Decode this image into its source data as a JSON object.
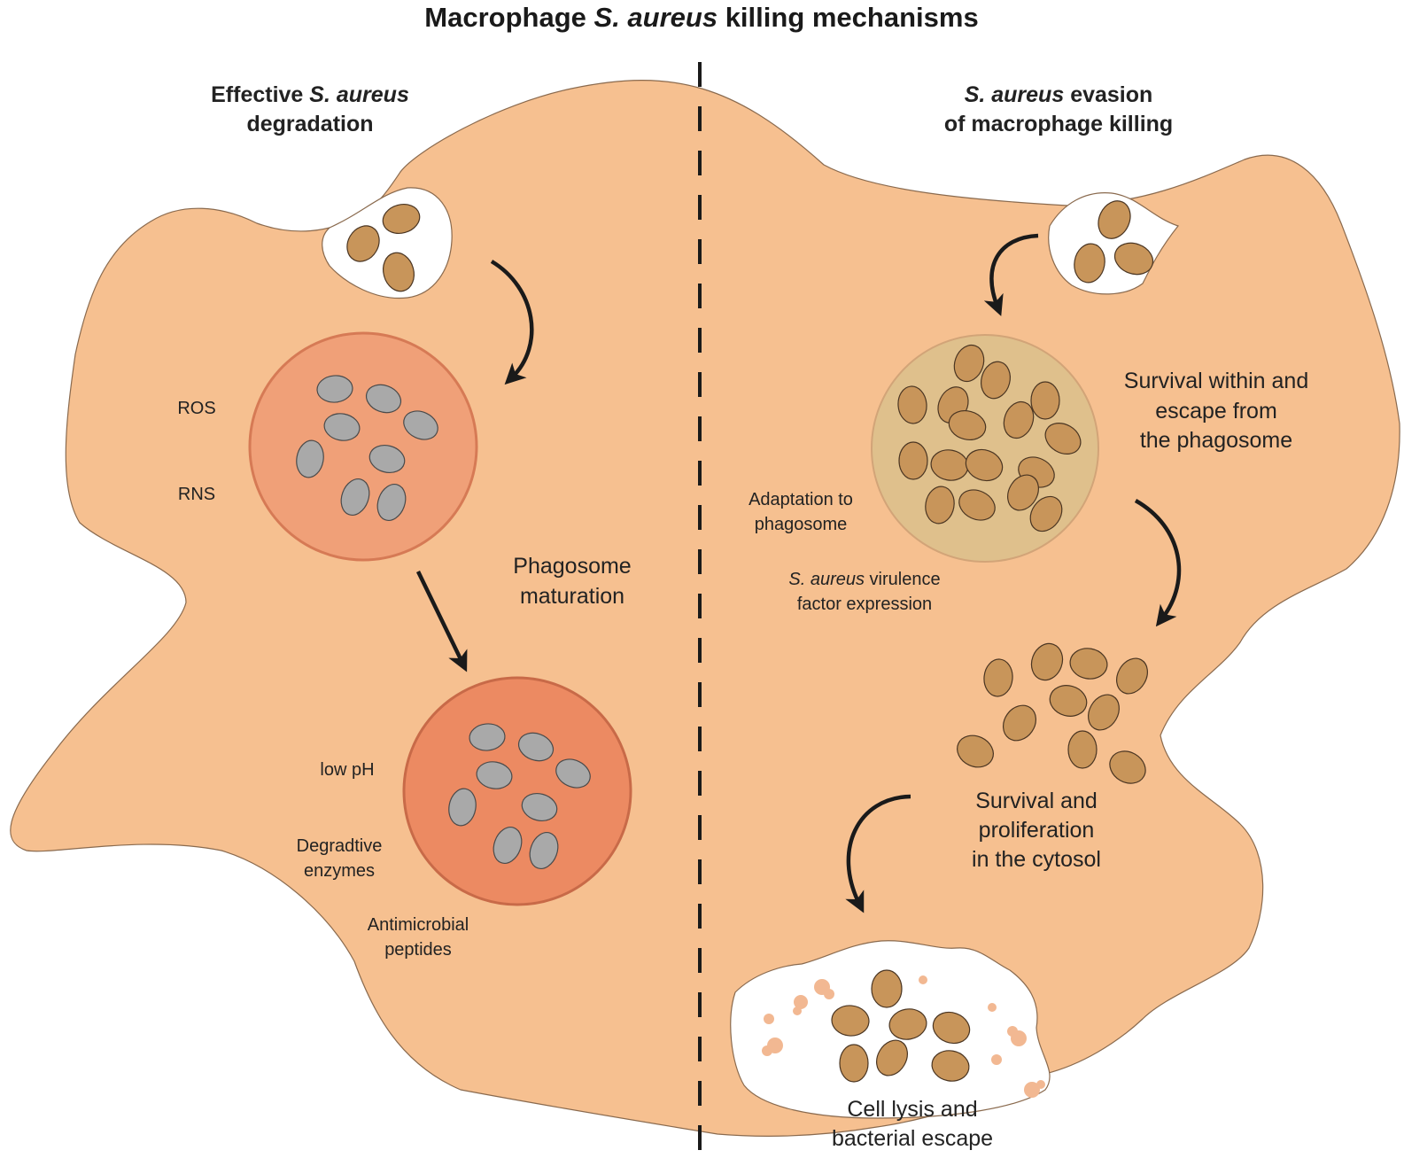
{
  "title": {
    "pre": "Macrophage ",
    "italic": "S. aureus",
    "post": " killing mechanisms"
  },
  "left": {
    "heading_line1_pre": "Effective ",
    "heading_line1_italic": "S. aureus",
    "heading_line2": "degradation",
    "ros": "ROS",
    "rns": "RNS",
    "maturation_line1": "Phagosome",
    "maturation_line2": "maturation",
    "low_ph": "low pH",
    "enzymes_line1": "Degradtive",
    "enzymes_line2": "enzymes",
    "peptides_line1": "Antimicrobial",
    "peptides_line2": "peptides"
  },
  "right": {
    "heading_line1_italic": "S. aureus",
    "heading_line1_post": " evasion",
    "heading_line2": "of macrophage killing",
    "survival_line1": "Survival within and",
    "survival_line2": "escape from",
    "survival_line3": "the phagosome",
    "adaptation_line1": "Adaptation to",
    "adaptation_line2": "phagosome",
    "virulence_line1_italic": "S. aureus",
    "virulence_line1_post": " virulence",
    "virulence_line2": "factor expression",
    "proliferation_line1": "Survival and",
    "proliferation_line2": "proliferation",
    "proliferation_line3": "in the cytosol",
    "lysis_line1": "Cell lysis and",
    "lysis_line2": "bacterial escape"
  },
  "colors": {
    "cell": "#f6c090",
    "cell_outline": "#8a6a4e",
    "phagosome_early": "#f0a078",
    "phagosome_late": "#ec8a62",
    "phagosome_survival": "#dfc08c",
    "bacterium_live": "#c8955a",
    "bacterium_dead": "#a9a9a9",
    "debris": "#f2b892"
  }
}
